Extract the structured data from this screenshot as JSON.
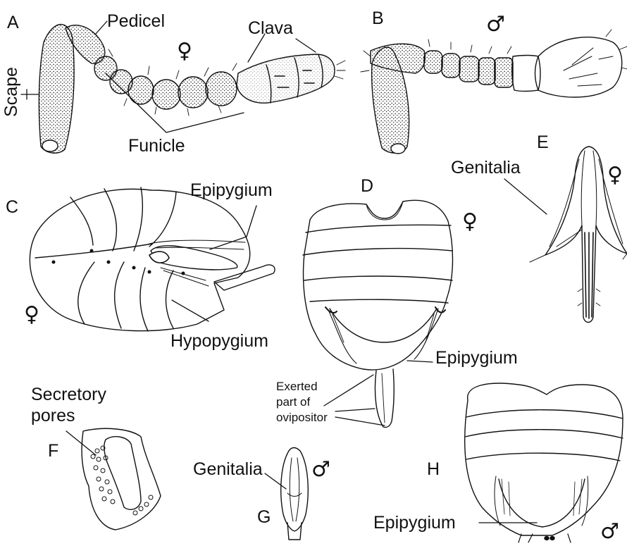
{
  "colors": {
    "ink": "#111111",
    "stipple": "#2a2a2a",
    "paper": "#ffffff"
  },
  "panels": {
    "A": {
      "letter": "A",
      "sex_symbol": "♀",
      "labels": {
        "pedicel": "Pedicel",
        "scape": "Scape",
        "clava": "Clava",
        "funicle": "Funicle"
      }
    },
    "B": {
      "letter": "B",
      "sex_symbol": "♂"
    },
    "C": {
      "letter": "C",
      "sex_symbol": "♀",
      "labels": {
        "epipygium": "Epipygium",
        "hypopygium": "Hypopygium"
      }
    },
    "D": {
      "letter": "D",
      "sex_symbol": "♀",
      "labels": {
        "epipygium": "Epipygium",
        "ovipositor_line1": "Exerted",
        "ovipositor_line2": "part of",
        "ovipositor_line3": "ovipositor"
      }
    },
    "E": {
      "letter": "E",
      "sex_symbol": "♀",
      "labels": {
        "genitalia": "Genitalia"
      }
    },
    "F": {
      "letter": "F",
      "labels": {
        "pores_line1": "Secretory",
        "pores_line2": "pores"
      }
    },
    "G": {
      "letter": "G",
      "sex_symbol": "♂",
      "labels": {
        "genitalia": "Genitalia"
      }
    },
    "H": {
      "letter": "H",
      "sex_symbol": "♂",
      "labels": {
        "epipygium": "Epipygium"
      }
    }
  }
}
